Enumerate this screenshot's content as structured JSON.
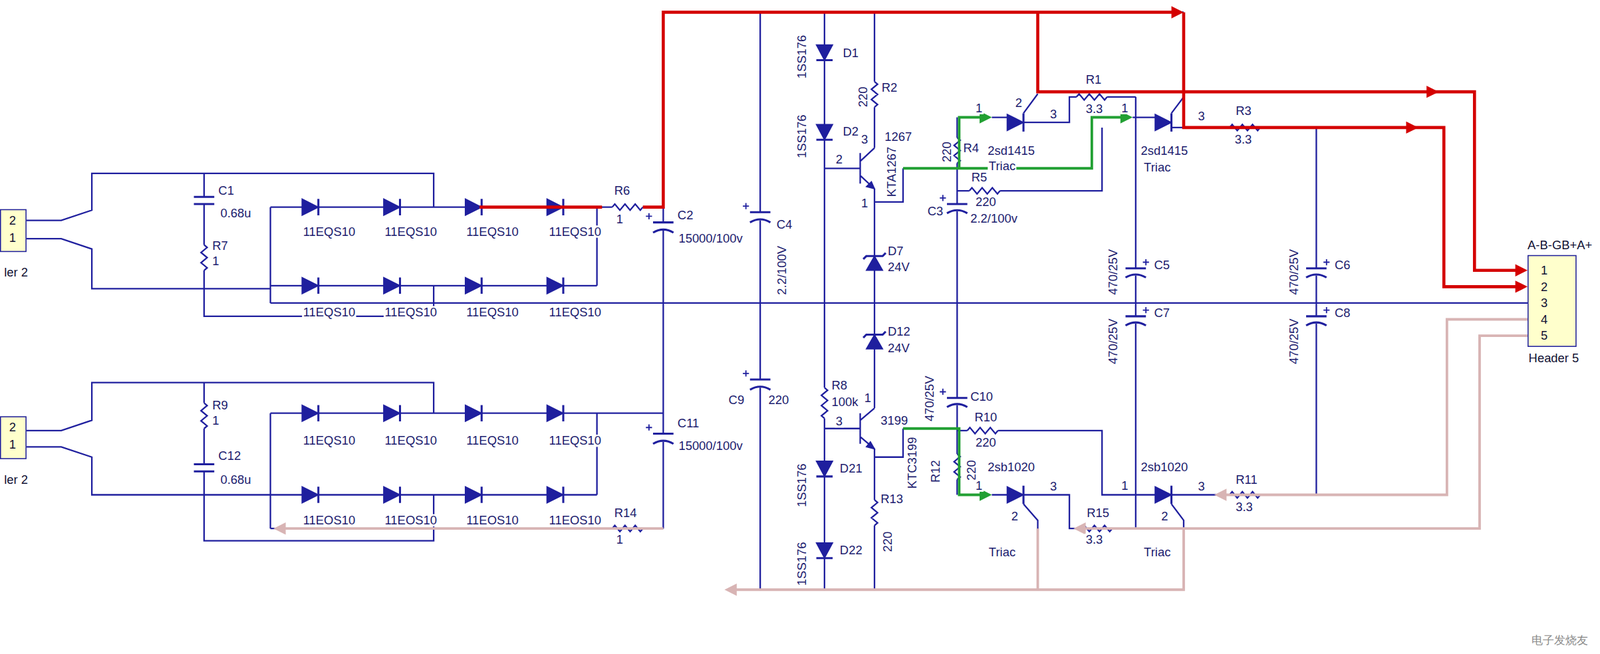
{
  "diagram": {
    "nodes": [
      {
        "text": [
          "2",
          "1",
          "ler 2"
        ]
      },
      {
        "text": [
          "2",
          "1",
          "ler 2"
        ]
      },
      {
        "text": [
          "A-B-GB+A+",
          "1",
          "2",
          "3",
          "4",
          "5",
          "Header 5"
        ]
      }
    ],
    "labels": [
      "C1",
      "0.68u",
      "R7",
      "1",
      "11EQS10",
      "11EQS10",
      "11EQS10",
      "11EQS10",
      "11EQS10",
      "11EQS10",
      "11EQS10",
      "11EQS10",
      "R6",
      "1",
      "C2",
      "15000/100v",
      "R9",
      "1",
      "C12",
      "0.68u",
      "11EQS10",
      "11EQS10",
      "11EQS10",
      "11EQS10",
      "11EOS10",
      "11EOS10",
      "11EOS10",
      "11EOS10",
      "C11",
      "15000/100v",
      "R14",
      "1",
      "2.2/100V",
      "C4",
      "C9",
      "220",
      "1SS176",
      "D1",
      "R2",
      "220",
      "1SS176",
      "D2",
      "3",
      "2",
      "1267",
      "KTA1267",
      "1",
      "D7",
      "24V",
      "D12",
      "24V",
      "1",
      "R8",
      "100k",
      "3",
      "3199",
      "KTC3199",
      "1SS176",
      "D21",
      "1SS176",
      "D22",
      "R13",
      "220",
      "220",
      "R4",
      "R5",
      "220",
      "C3",
      "2.2/100v",
      "470/25V",
      "C10",
      "R10",
      "220",
      "R12",
      "220",
      "1",
      "2",
      "3",
      "2sd1415",
      "Triac",
      "R1",
      "3.3",
      "1",
      "3",
      "2sd1415",
      "Triac",
      "R3",
      "3.3",
      "470/25V",
      "C5",
      "470/25V",
      "C7",
      "470/25V",
      "C6",
      "470/25V",
      "C8",
      "2sb1020",
      "1",
      "3",
      "2",
      "Triac",
      "R15",
      "3.3",
      "2sb1020",
      "1",
      "3",
      "2",
      "Triac",
      "R11",
      "3.3",
      "电子发烧友"
    ]
  }
}
